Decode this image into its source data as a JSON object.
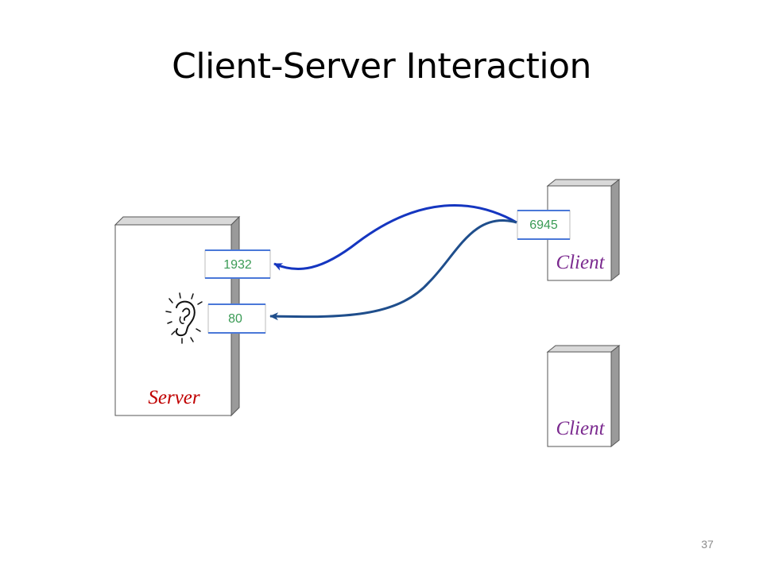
{
  "title": "Client-Server Interaction",
  "page_number": "37",
  "server": {
    "label": "Server",
    "label_color": "#c00000",
    "ports": [
      "1932",
      "80"
    ],
    "listen_icon": "listening-ear-icon"
  },
  "clients": [
    {
      "label": "Client",
      "label_color": "#7b2a8f",
      "port": "6945"
    },
    {
      "label": "Client",
      "label_color": "#7b2a8f"
    }
  ],
  "connections": [
    {
      "from": "6945",
      "to": "1932",
      "color": "#1536c0"
    },
    {
      "from": "6945",
      "to": "80",
      "color": "#1f4e8c"
    }
  ],
  "colors": {
    "port_text": "#3a9b55",
    "port_border": "#4a78d8",
    "box_side": "#9a9a9a"
  }
}
